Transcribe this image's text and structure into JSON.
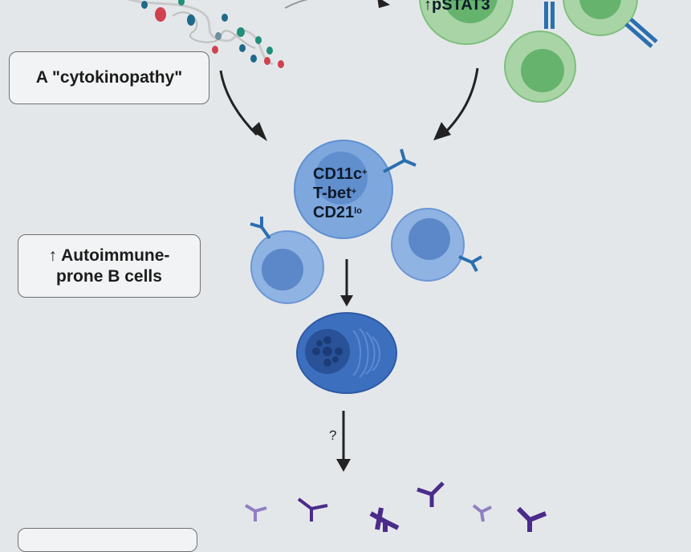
{
  "labels": {
    "cytokinopathy": "A \"cytokinopathy\"",
    "autoimmune_line1": "↑ Autoimmune-",
    "autoimmune_line2": "prone B cells",
    "pstat3": "↑pSTAT3",
    "question": "?"
  },
  "b_cell_markers": {
    "m1": "CD11c",
    "m1_sup": "+",
    "m2": "T-bet",
    "m2_sup": "+",
    "m3": "CD21",
    "m3_sup": "lo"
  },
  "colors": {
    "background": "#e4e7ea",
    "t_cell": "#a9d5a6",
    "t_cell_nucleus": "#66b36e",
    "b_cell": "#7ea7dd",
    "b_cell_nucleus": "#4f7fc4",
    "plasma_cell": "#3d6fbf",
    "antibody_purple": "#4a2b8a",
    "antibody_light": "#8f7fc0",
    "receptor_blue": "#2a6fb0",
    "arrow": "#222222"
  },
  "icons": {
    "cytokine_strand": "cytokine-chain-icon",
    "antibody": "antibody-icon",
    "receptor": "receptor-icon"
  }
}
